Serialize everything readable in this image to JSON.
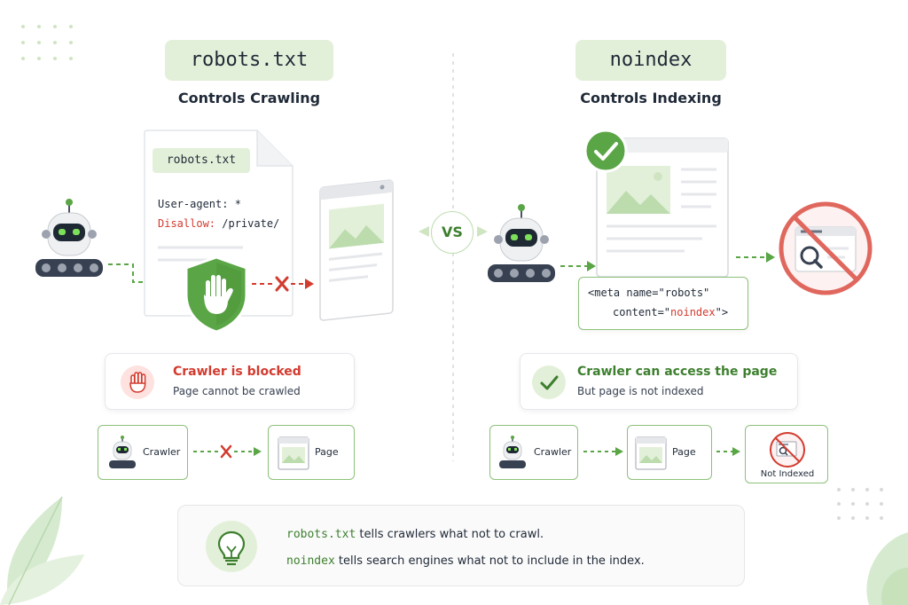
{
  "left": {
    "pill": "robots.txt",
    "subtitle": "Controls Crawling",
    "file_tab": "robots.txt",
    "code_line1": "User-agent: *",
    "code_disallow": "Disallow:",
    "code_path": " /private/",
    "status_title": "Crawler is blocked",
    "status_sub": "Page cannot be crawled",
    "flow_crawler": "Crawler",
    "flow_page": "Page"
  },
  "vs": "VS",
  "right": {
    "pill": "noindex",
    "subtitle": "Controls Indexing",
    "meta_line1": "<meta name=\"robots\"",
    "meta_line2_prefix": "content=\"",
    "meta_line2_value": "noindex",
    "meta_line2_suffix": "\">",
    "status_title": "Crawler can access the page",
    "status_sub": "But page is not indexed",
    "flow_crawler": "Crawler",
    "flow_page": "Page",
    "flow_not_indexed": "Not Indexed"
  },
  "summary": {
    "line1_code": "robots.txt",
    "line1_text": " tells crawlers what not to crawl.",
    "line2_code": "noindex",
    "line2_text": " tells search engines what not to include in the  index."
  },
  "colors": {
    "accent_green": "#5aa646",
    "light_green": "#e3f0d9",
    "danger_red": "#d23b2f"
  }
}
